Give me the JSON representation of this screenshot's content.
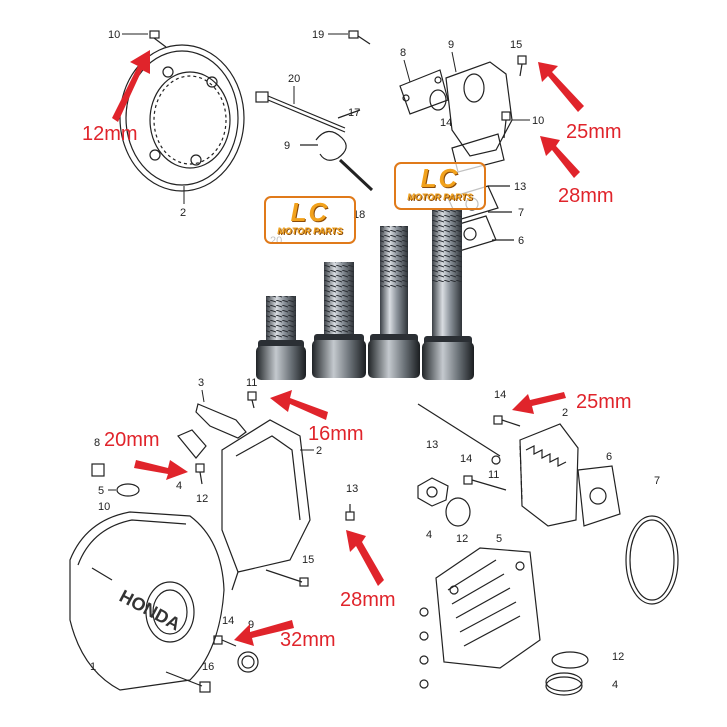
{
  "top_left": {
    "callouts": [
      "10",
      "19",
      "20",
      "17",
      "9",
      "2",
      "18",
      "20"
    ]
  },
  "top_right": {
    "callouts": [
      "8",
      "9",
      "15",
      "14",
      "10",
      "13",
      "7",
      "6"
    ]
  },
  "bottom_left": {
    "callouts": [
      "3",
      "11",
      "2",
      "8",
      "4",
      "5",
      "12",
      "10",
      "13",
      "15",
      "14",
      "9",
      "1",
      "16"
    ],
    "brand_text": "HONDA"
  },
  "bottom_right": {
    "callouts": [
      "14",
      "2",
      "13",
      "14",
      "11",
      "6",
      "7",
      "4",
      "12",
      "5",
      "12",
      "4"
    ]
  },
  "size_labels": {
    "top_left": "12mm",
    "top_right_a": "25mm",
    "top_right_b": "28mm",
    "bottom_left_a": "20mm",
    "bottom_left_b": "16mm",
    "bottom_left_c": "28mm",
    "bottom_left_d": "32mm",
    "bottom_right": "25mm"
  },
  "logo": {
    "mark": "LC",
    "sub": "MOTOR PARTS"
  },
  "colors": {
    "arrow": "#e0242b",
    "logo_fill": "#f2a21c",
    "logo_border": "#e07a1a",
    "line": "#222222"
  }
}
